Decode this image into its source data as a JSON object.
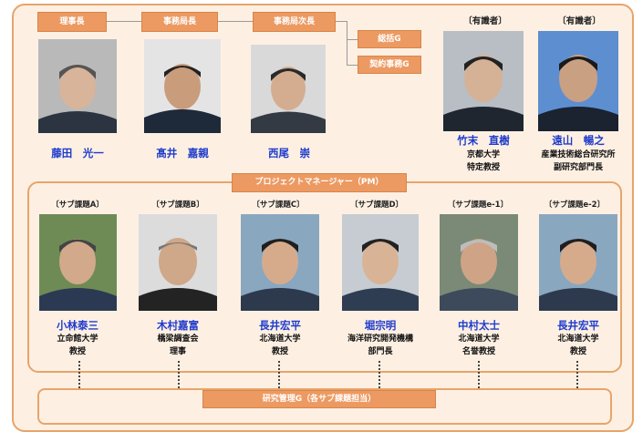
{
  "top": {
    "chair_label": "理事長",
    "director_label": "事務局長",
    "deputy_label": "事務局次長",
    "general_g_label": "総括G",
    "contract_g_label": "契約事務G",
    "expert_label_1": "〔有識者〕",
    "expert_label_2": "〔有識者〕"
  },
  "people_top": [
    {
      "name": "藤田　光一"
    },
    {
      "name": "髙井　嘉親"
    },
    {
      "name": "西尾　崇"
    },
    {
      "name": "竹末　直樹",
      "org": "京都大学",
      "title": "特定教授"
    },
    {
      "name": "遠山　暢之",
      "org": "産業技術総合研究所",
      "title": "副研究部門長"
    }
  ],
  "pm_label": "プロジェクトマネージャー（PM）",
  "subtasks": [
    {
      "label": "〔サブ課題A〕",
      "name": "小林泰三",
      "org": "立命館大学",
      "title": "教授"
    },
    {
      "label": "〔サブ課題B〕",
      "name": "木村嘉富",
      "org": "橋梁調査会",
      "title": "理事"
    },
    {
      "label": "〔サブ課題C〕",
      "name": "長井宏平",
      "org": "北海道大学",
      "title": "教授"
    },
    {
      "label": "〔サブ課題D〕",
      "name": "堀宗明",
      "org": "海洋研究開発機構",
      "title": "部門長"
    },
    {
      "label": "〔サブ課題e-1〕",
      "name": "中村太士",
      "org": "北海道大学",
      "title": "名誉教授"
    },
    {
      "label": "〔サブ課題e-2〕",
      "name": "長井宏平",
      "org": "北海道大学",
      "title": "教授"
    }
  ],
  "bottom_label": "研究管理G（各サブ課題担当）",
  "colors": {
    "accent": "#ec9a62",
    "border": "#e8a46a",
    "name_blue": "#1f3bcc",
    "bg": "#fdf0e3"
  }
}
